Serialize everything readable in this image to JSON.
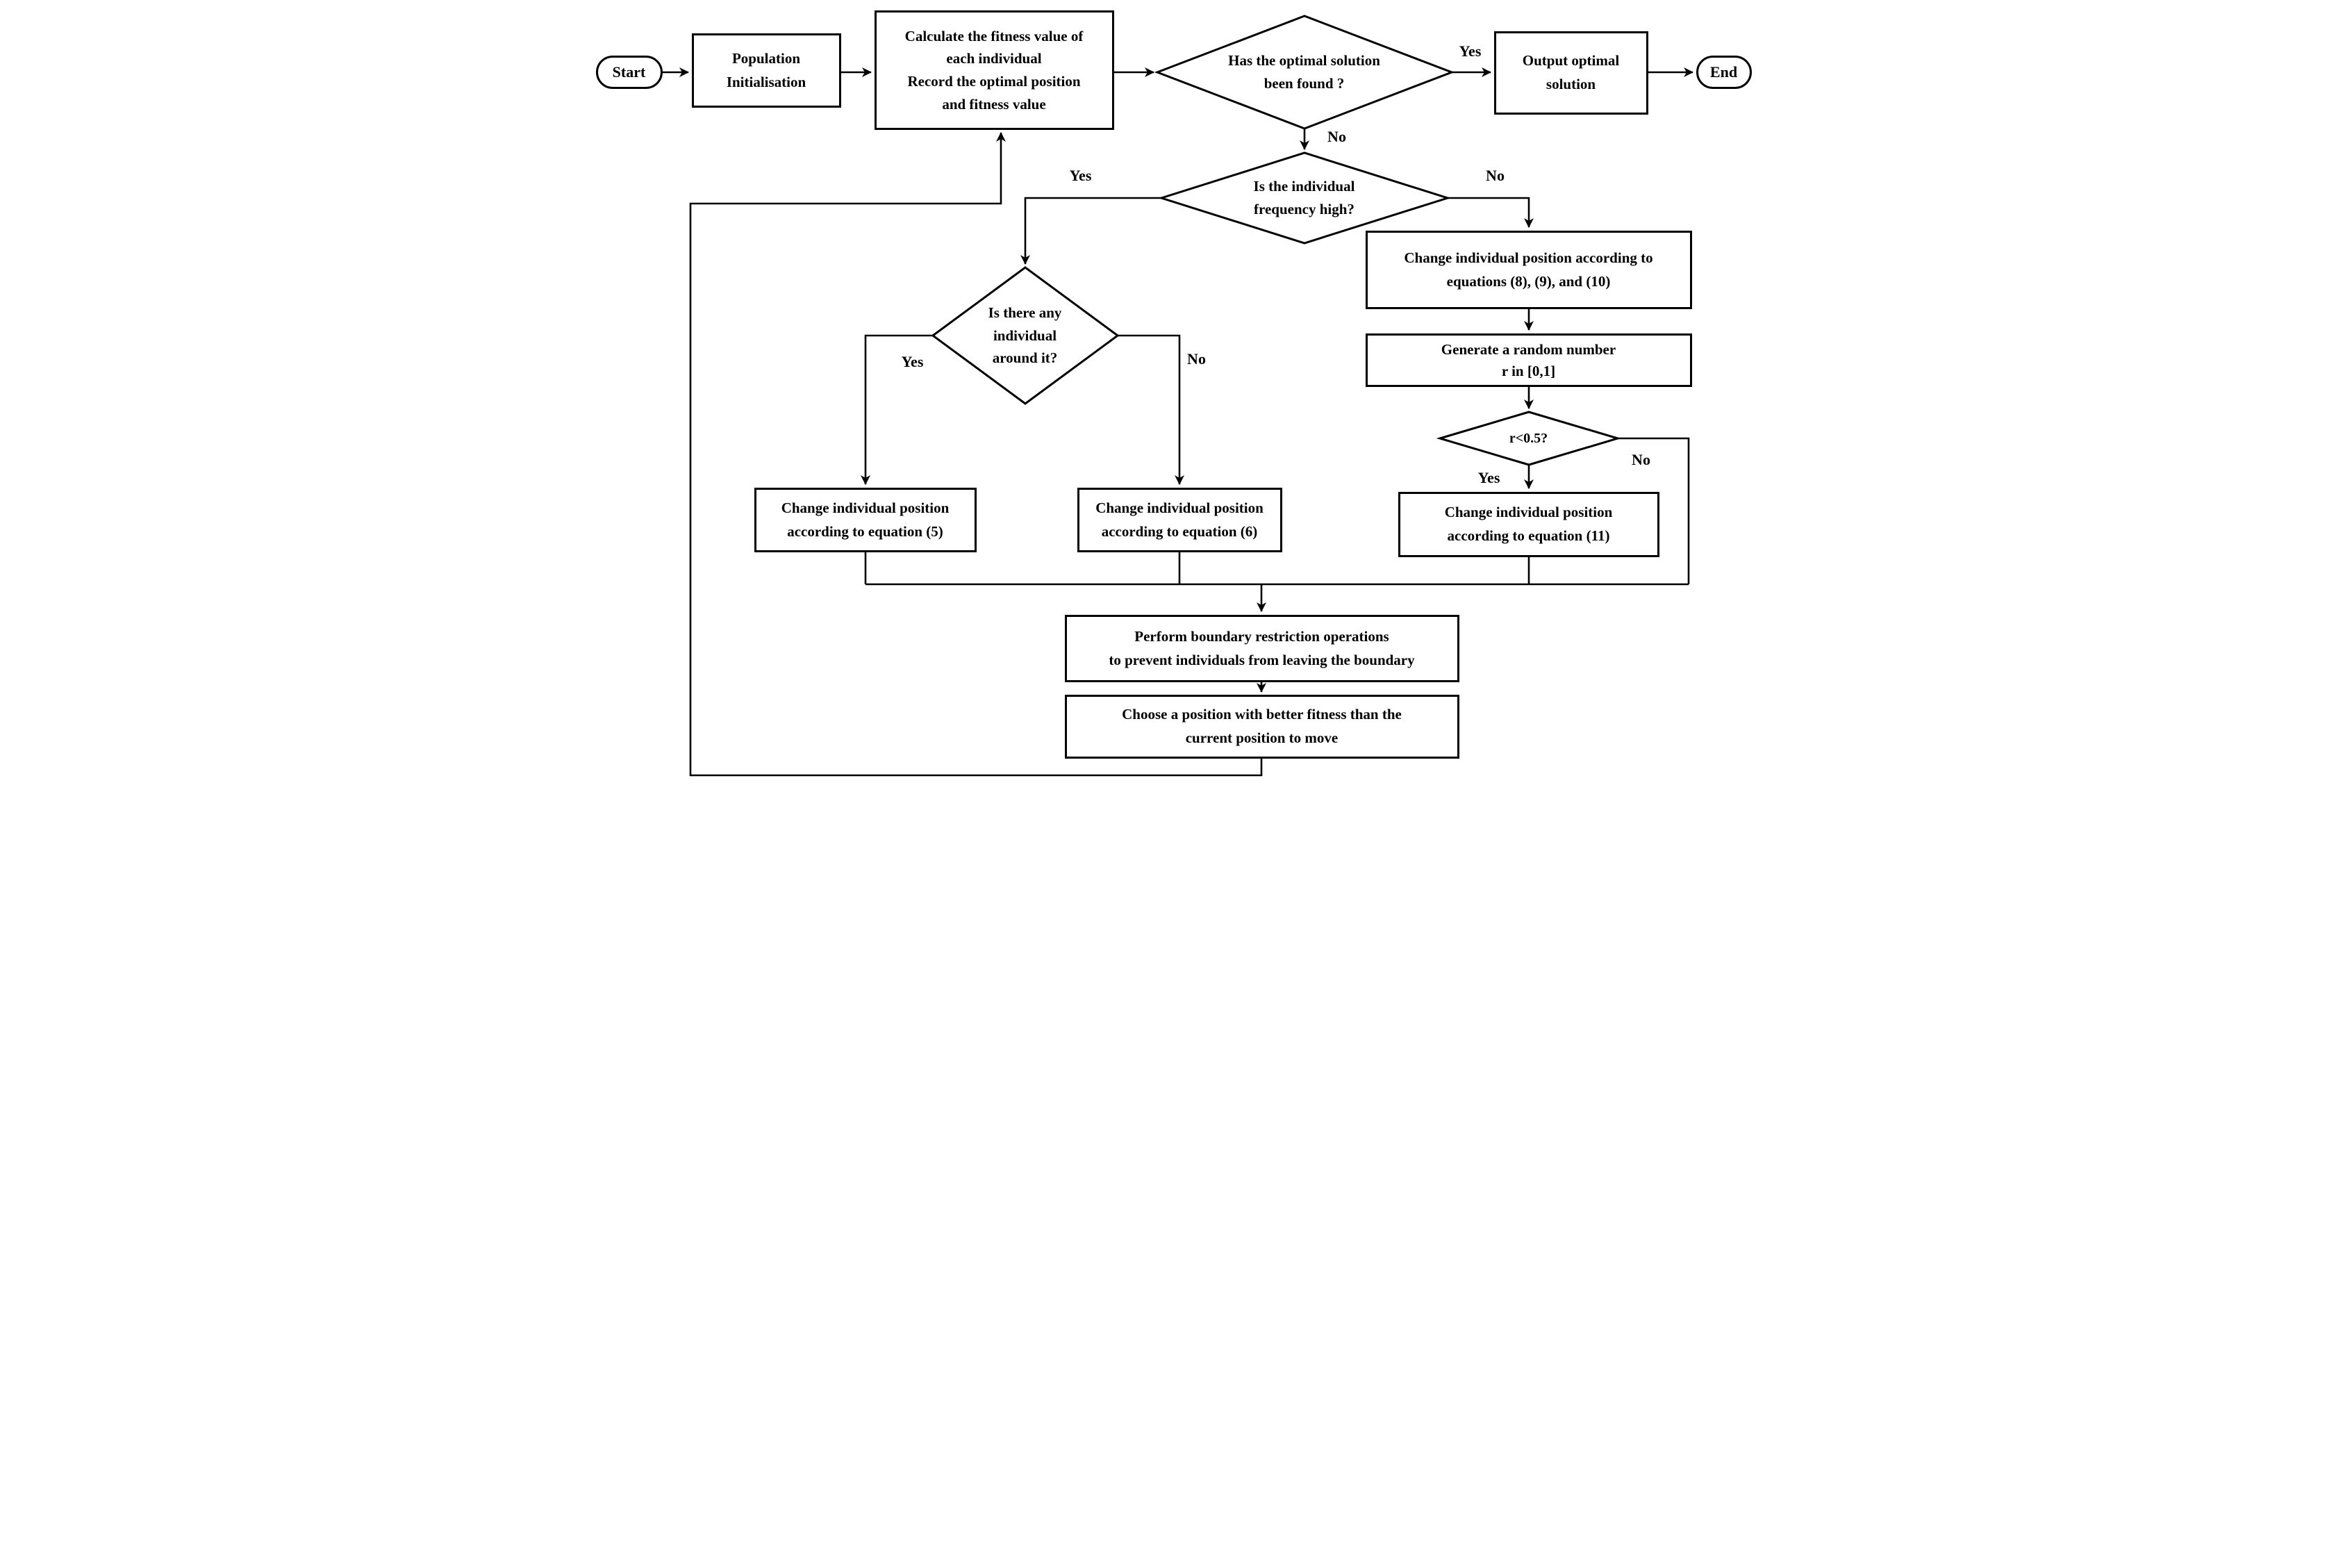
{
  "flowchart": {
    "terminals": {
      "start": "Start",
      "end": "End"
    },
    "nodes": {
      "population": "Population\nInitialisation",
      "calculate": "Calculate the fitness value of\neach individual\nRecord the optimal position\nand fitness value",
      "output": "Output optimal\nsolution",
      "eq5": "Change individual position\naccording to equation (5)",
      "eq6": "Change individual position\naccording to equation (6)",
      "eq8910": "Change individual position according to\nequations (8), (9), and (10)",
      "random": "Generate a random number\nr in [0,1]",
      "eq11": "Change individual position\naccording to equation (11)",
      "boundary": "Perform boundary restriction operations\nto prevent individuals from leaving the boundary",
      "choose": "Choose a position with better fitness than the\ncurrent position to move"
    },
    "decisions": {
      "optimal_found": "Has the optimal solution\nbeen found ?",
      "frequency_high": "Is the individual\nfrequency high?",
      "individual_around": "Is there any\nindividual\naround it?",
      "r_lt_05": "r<0.5?"
    },
    "edge_labels": {
      "optimal_yes": "Yes",
      "optimal_no": "No",
      "frequency_yes": "Yes",
      "frequency_no": "No",
      "around_yes": "Yes",
      "around_no": "No",
      "r_yes": "Yes",
      "r_no": "No"
    },
    "colors": {
      "stroke": "#000000",
      "background": "#ffffff"
    }
  }
}
